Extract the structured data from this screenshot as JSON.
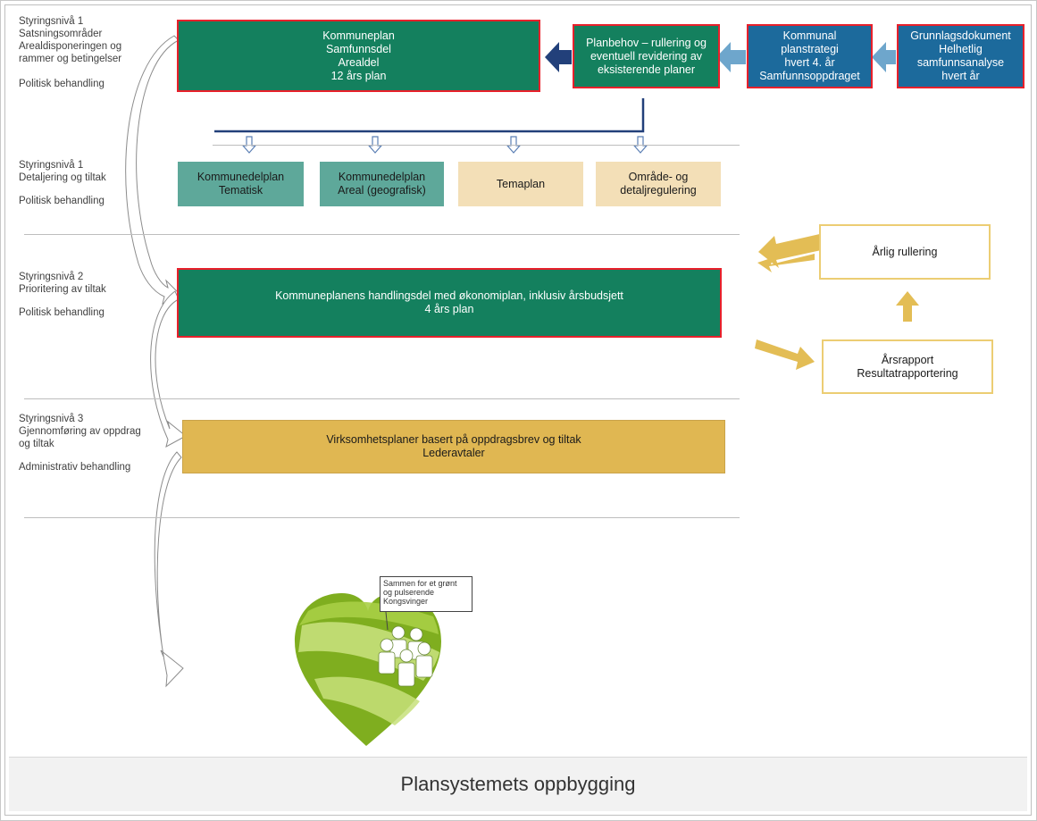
{
  "levels": [
    {
      "title": "Styringsnivå 1",
      "lines": [
        "Satsningsområder",
        "Arealdisponeringen og",
        "rammer og betingelser"
      ],
      "treatment": "Politisk behandling"
    },
    {
      "title": "Styringsnivå 1",
      "lines": [
        "Detaljering og tiltak"
      ],
      "treatment": "Politisk behandling"
    },
    {
      "title": "Styringsnivå 2",
      "lines": [
        "Prioritering av tiltak"
      ],
      "treatment": "Politisk behandling"
    },
    {
      "title": "Styringsnivå 3",
      "lines": [
        "Gjennomføring av oppdrag",
        "og  tiltak"
      ],
      "treatment": "Administrativ behandling"
    }
  ],
  "top_row": {
    "kommuneplan": [
      "Kommuneplan",
      "Samfunnsdel",
      "Arealdel",
      "12 års plan"
    ],
    "planbehov": [
      "Planbehov – rullering og",
      "eventuell revidering av",
      "eksisterende planer"
    ],
    "planstrategi": [
      "Kommunal",
      "planstrategi",
      "hvert 4. år",
      "Samfunnsoppdraget"
    ],
    "grunnlag": [
      "Grunnlagsdokument",
      "Helhetlig",
      "samfunnsanalyse",
      "hvert år"
    ]
  },
  "sub_plans": [
    {
      "lines": [
        "Kommunedelplan",
        "Tematisk"
      ]
    },
    {
      "lines": [
        "Kommunedelplan",
        "Areal (geografisk)"
      ]
    },
    {
      "lines": [
        "Temaplan"
      ]
    },
    {
      "lines": [
        "Område- og",
        "detaljregulering"
      ]
    }
  ],
  "handlingsdel": [
    "Kommuneplanens handlingsdel med økonomiplan, inklusiv årsbudsjett",
    "4 års plan"
  ],
  "virksomhet": [
    "Virksomhetsplaner basert på oppdragsbrev og tiltak",
    "Lederavtaler"
  ],
  "cycle": {
    "arlig": "Årlig rullering",
    "arsrapport": [
      "Årsrapport",
      "Resultatrapportering"
    ]
  },
  "logo": {
    "callout": [
      "Sammen for et grønt",
      "og pulserende",
      "Kongsvinger"
    ]
  },
  "caption": "Plansystemets oppbygging",
  "colors": {
    "dark_green": "#14805e",
    "blue": "#1c6a9c",
    "teal": "#5ea89a",
    "sand": "#f3dfb7",
    "gold": "#e0b752",
    "red_border": "#e8202b",
    "arrow_gold": "#e3bd55"
  }
}
